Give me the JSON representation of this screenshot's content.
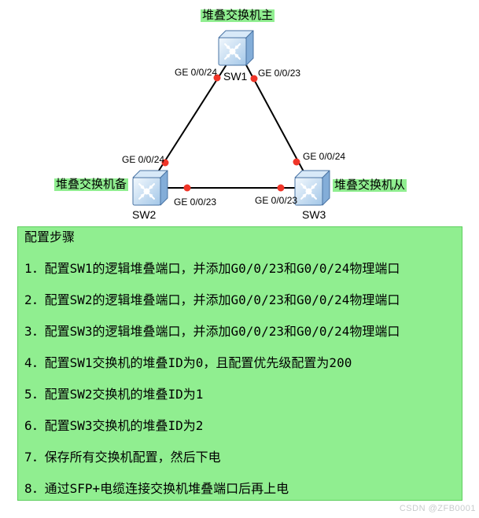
{
  "colors": {
    "highlight_green": "#90ee90",
    "panel_border_green": "#5fcf5f",
    "dot_red": "#f03528",
    "line_black": "#000000",
    "watermark_gray": "#c8cbcd",
    "switch_front_light": "#f2f8fd",
    "switch_front_dark": "#a3c7e8",
    "switch_top": "#d8e9f8",
    "switch_side": "#83add8",
    "switch_outline": "#4a74a4"
  },
  "topology": {
    "nodes": [
      {
        "name": "SW1",
        "role_label": "堆叠交换机主"
      },
      {
        "name": "SW2",
        "role_label": "堆叠交换机备"
      },
      {
        "name": "SW3",
        "role_label": "堆叠交换机从"
      }
    ],
    "port_labels": {
      "sw1_to_sw2": "GE 0/0/24",
      "sw1_to_sw3": "GE 0/0/23",
      "sw2_to_sw1": "GE 0/0/24",
      "sw2_to_sw3": "GE 0/0/23",
      "sw3_to_sw1": "GE 0/0/24",
      "sw3_to_sw2": "GE 0/0/23"
    }
  },
  "steps_panel": {
    "title": "配置步骤",
    "steps": [
      "1．配置SW1的逻辑堆叠端口，并添加G0/0/23和G0/0/24物理端口",
      "2．配置SW2的逻辑堆叠端口，并添加G0/0/23和G0/0/24物理端口",
      "3．配置SW3的逻辑堆叠端口，并添加G0/0/23和G0/0/24物理端口",
      "4．配置SW1交换机的堆叠ID为0，且配置优先级配置为200",
      "5．配置SW2交换机的堆叠ID为1",
      "6．配置SW3交换机的堆叠ID为2",
      "7．保存所有交换机配置，然后下电",
      "8．通过SFP+电缆连接交换机堆叠端口后再上电"
    ]
  },
  "watermark": "CSDN @ZFB0001"
}
